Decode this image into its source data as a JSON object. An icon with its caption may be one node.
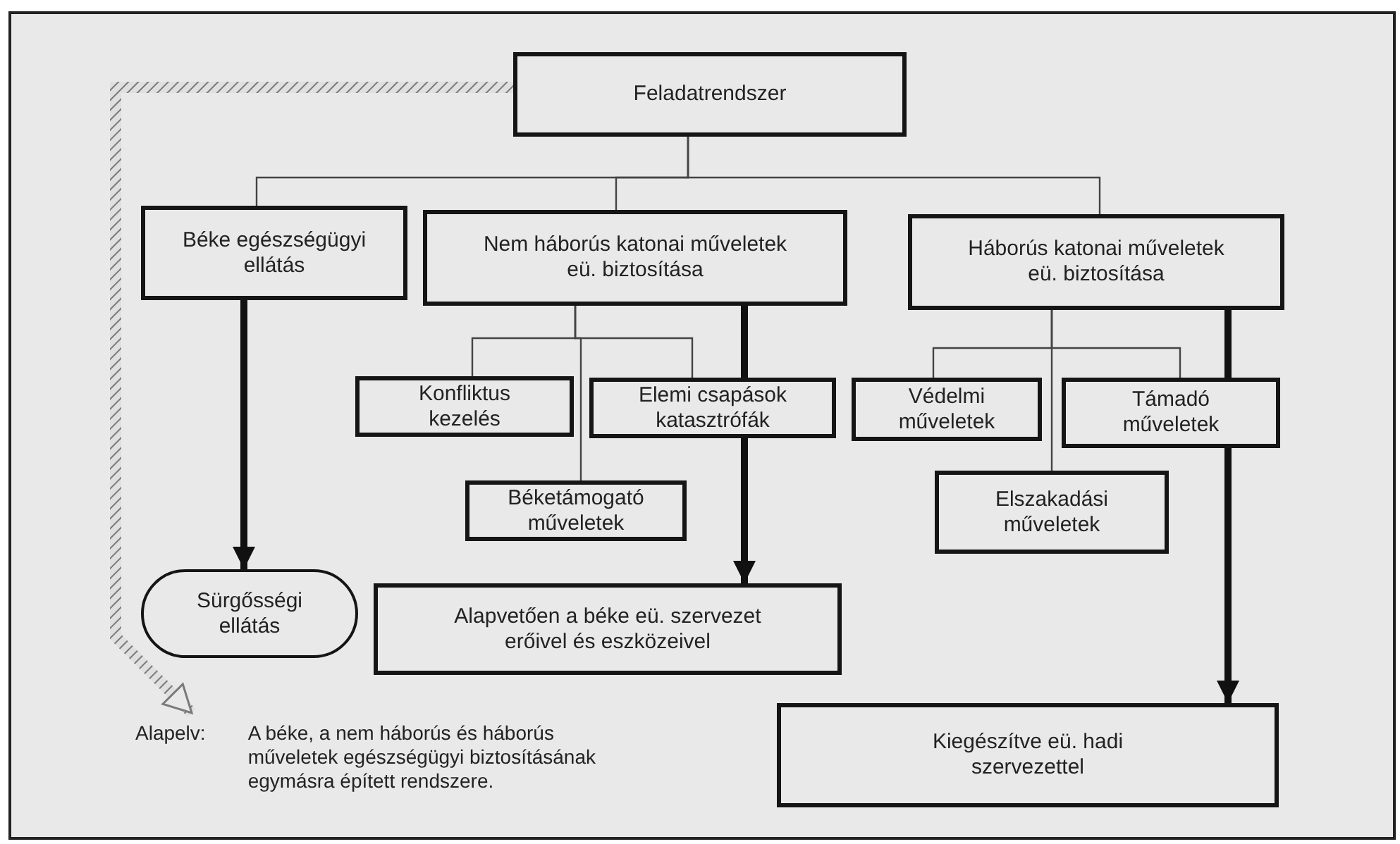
{
  "diagram": {
    "nodes": [
      {
        "text": [
          "Feladatrendszer"
        ]
      },
      {
        "text": [
          "Béke egészségügyi ellátás"
        ]
      },
      {
        "text": [
          "Nem háborús katonai műveletek eü. biztosítása"
        ]
      },
      {
        "text": [
          "Háborús katonai műveletek eü. biztosítása"
        ]
      },
      {
        "text": [
          "Konfliktus kezelés"
        ]
      },
      {
        "text": [
          "Elemi csapások katasztrófák"
        ]
      },
      {
        "text": [
          "Védelmi műveletek"
        ]
      },
      {
        "text": [
          "Támadó műveletek"
        ]
      },
      {
        "text": [
          "Béketámogató műveletek"
        ]
      },
      {
        "text": [
          "Elszakadási műveletek"
        ]
      },
      {
        "text": [
          "Sürgősségi ellátás"
        ]
      },
      {
        "text": [
          "Alapvetően a béke eü. szervezet erőivel és eszközeivel"
        ]
      },
      {
        "text": [
          "Kiegészítve eü. hadi szervezettel"
        ]
      },
      {
        "text": [
          "Alapelv:",
          "A béke, a nem háborús és háborús műveletek egészségügyi biztosításának egymásra épített rendszere."
        ]
      }
    ],
    "edges": [
      {
        "from": 0,
        "to": 1,
        "arrow": "none"
      },
      {
        "from": 0,
        "to": 2,
        "arrow": "none"
      },
      {
        "from": 0,
        "to": 3,
        "arrow": "none"
      },
      {
        "from": 2,
        "to": 4,
        "arrow": "none"
      },
      {
        "from": 2,
        "to": 5,
        "arrow": "none"
      },
      {
        "from": 2,
        "to": 8,
        "arrow": "none"
      },
      {
        "from": 3,
        "to": 6,
        "arrow": "none"
      },
      {
        "from": 3,
        "to": 7,
        "arrow": "none"
      },
      {
        "from": 3,
        "to": 9,
        "arrow": "none"
      },
      {
        "from": 1,
        "to": 10,
        "arrow": "to",
        "style": "thick"
      },
      {
        "from": 2,
        "to": 5,
        "arrow": "none",
        "style": "thick"
      },
      {
        "from": 5,
        "to": 11,
        "arrow": "to",
        "style": "thick"
      },
      {
        "from": 3,
        "to": 7,
        "arrow": "none",
        "style": "thick"
      },
      {
        "from": 7,
        "to": 12,
        "arrow": "to",
        "style": "thick"
      },
      {
        "from": 0,
        "to": 13,
        "arrow": "to",
        "style": "thick",
        "color": "#7a7a7a"
      }
    ]
  }
}
